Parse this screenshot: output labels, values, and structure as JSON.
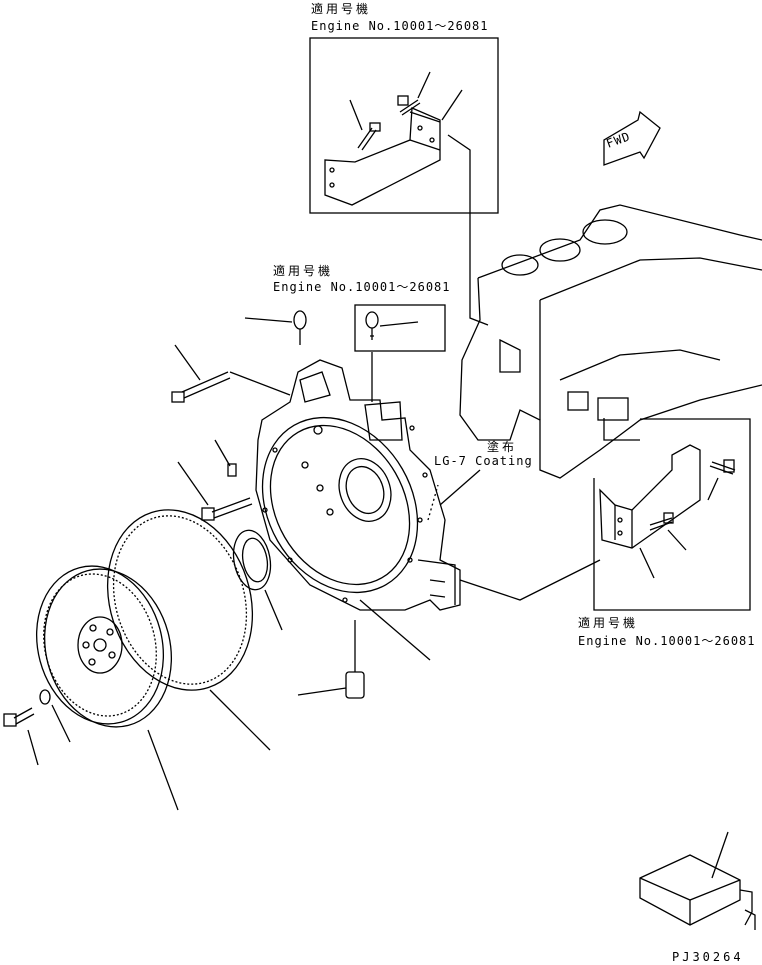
{
  "notes": {
    "top": {
      "jp": "適用号機",
      "engine": "Engine No.10001～26081"
    },
    "middle": {
      "jp": "適用号機",
      "engine": "Engine No.10001～26081"
    },
    "right": {
      "jp": "適用号機",
      "engine": "Engine No.10001～26081"
    }
  },
  "coating": {
    "jp": "塗布",
    "en": "LG-7 Coating"
  },
  "fwd_label": "FWD",
  "figure_code": "PJ30264"
}
